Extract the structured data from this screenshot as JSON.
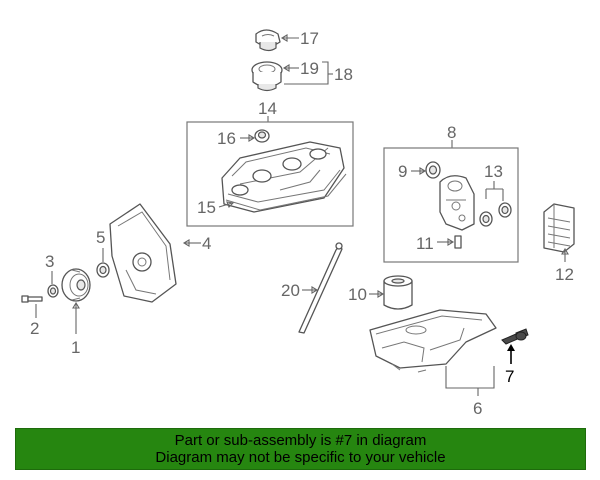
{
  "callouts": {
    "c1": "1",
    "c2": "2",
    "c3": "3",
    "c4": "4",
    "c5": "5",
    "c6": "6",
    "c7": "7",
    "c8": "8",
    "c9": "9",
    "c10": "10",
    "c11": "11",
    "c12": "12",
    "c13": "13",
    "c14": "14",
    "c15": "15",
    "c16": "16",
    "c17": "17",
    "c18": "18",
    "c19": "19",
    "c20": "20"
  },
  "highlighted_part": "7",
  "colors": {
    "banner_bg": "#268610",
    "banner_text": "#000000",
    "line": "#666666",
    "highlight": "#000000"
  },
  "banner": {
    "line1": "Part or sub-assembly is #7 in diagram",
    "line2": "Diagram may not be specific to your vehicle"
  }
}
